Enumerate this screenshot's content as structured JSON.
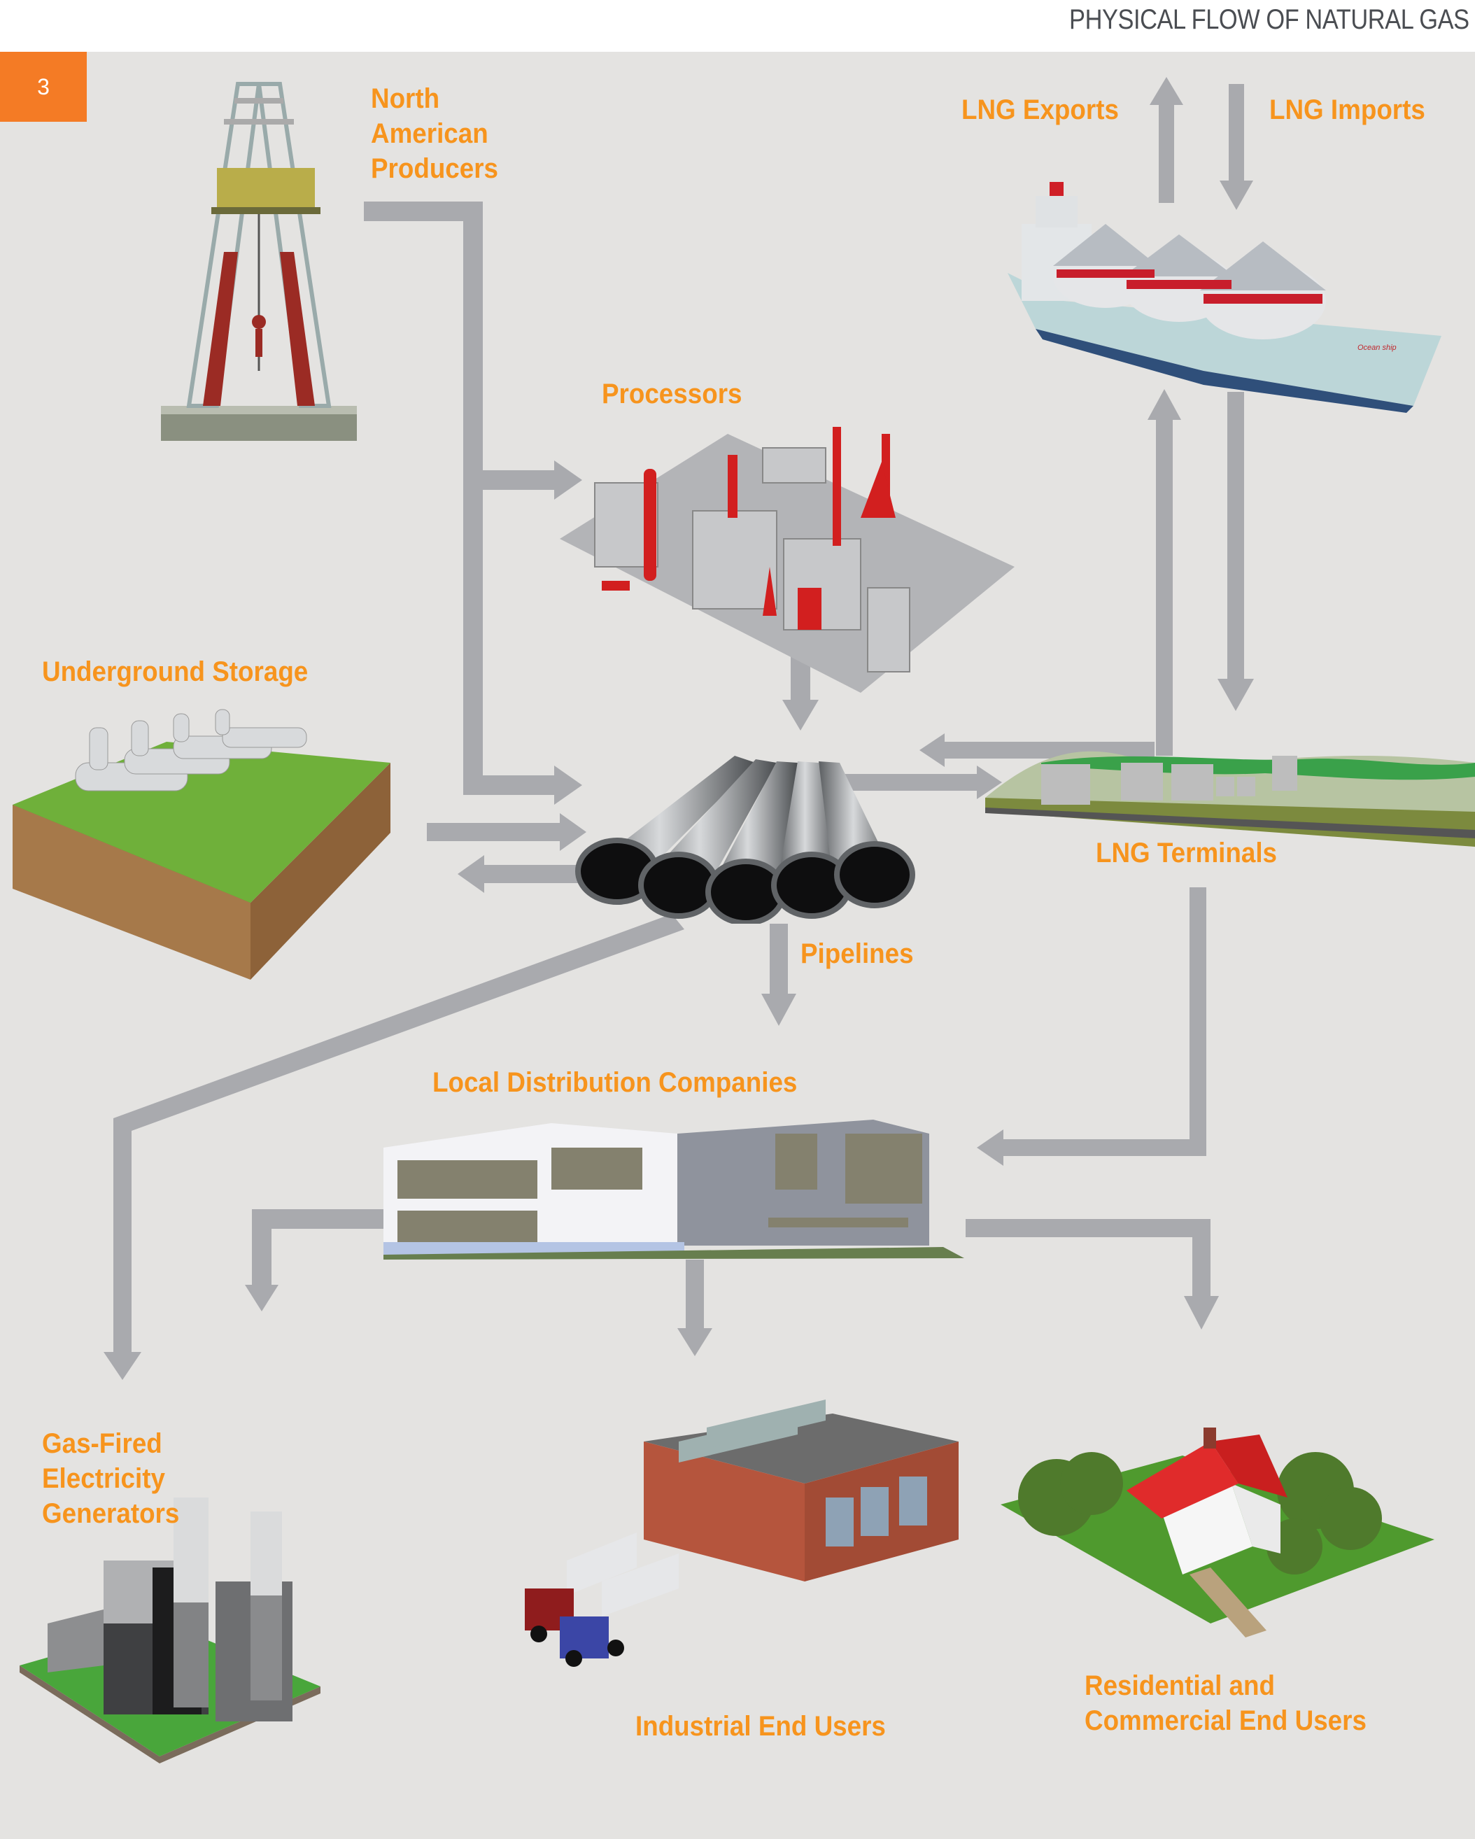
{
  "header": {
    "title": "PHYSICAL FLOW OF NATURAL GAS",
    "page_number": "3"
  },
  "colors": {
    "accent_orange": "#f7941d",
    "badge_orange": "#f47b25",
    "arrow_gray": "#a9aaae",
    "background": "#e4e3e1",
    "title_gray": "#4a4d52"
  },
  "nodes": [
    {
      "id": "producers",
      "label_lines": [
        "North",
        "American",
        "Producers"
      ],
      "icon": "drilling-rig-icon"
    },
    {
      "id": "processors",
      "label_lines": [
        "Processors"
      ],
      "icon": "processing-plant-icon"
    },
    {
      "id": "lng_exports",
      "label_lines": [
        "LNG Exports"
      ],
      "icon": "arrow-up-icon"
    },
    {
      "id": "lng_imports",
      "label_lines": [
        "LNG Imports"
      ],
      "icon": "arrow-down-icon"
    },
    {
      "id": "lng_ship",
      "label_lines": [],
      "icon": "lng-tanker-ship-icon",
      "ship_text": "Ocean ship"
    },
    {
      "id": "storage",
      "label_lines": [
        "Underground Storage"
      ],
      "icon": "underground-storage-icon"
    },
    {
      "id": "pipelines",
      "label_lines": [
        "Pipelines"
      ],
      "icon": "pipelines-icon"
    },
    {
      "id": "lng_terminals",
      "label_lines": [
        "LNG Terminals"
      ],
      "icon": "lng-terminal-icon"
    },
    {
      "id": "ldc",
      "label_lines": [
        "Local Distribution Companies"
      ],
      "icon": "office-building-icon"
    },
    {
      "id": "generators",
      "label_lines": [
        "Gas-Fired",
        "Electricity",
        "Generators"
      ],
      "icon": "power-plant-icon"
    },
    {
      "id": "industrial",
      "label_lines": [
        "Industrial End Users"
      ],
      "icon": "factory-trucks-icon"
    },
    {
      "id": "residential",
      "label_lines": [
        "Residential and",
        "Commercial End Users"
      ],
      "icon": "house-icon"
    }
  ],
  "flows": [
    {
      "from": "producers",
      "to": "processors"
    },
    {
      "from": "producers",
      "to": "pipelines"
    },
    {
      "from": "processors",
      "to": "pipelines"
    },
    {
      "from": "storage",
      "to": "pipelines"
    },
    {
      "from": "pipelines",
      "to": "storage"
    },
    {
      "from": "pipelines",
      "to": "lng_terminals"
    },
    {
      "from": "lng_terminals",
      "to": "pipelines"
    },
    {
      "from": "lng_terminals",
      "to": "lng_exports"
    },
    {
      "from": "lng_imports",
      "to": "lng_terminals"
    },
    {
      "from": "pipelines",
      "to": "ldc"
    },
    {
      "from": "pipelines",
      "to": "generators"
    },
    {
      "from": "lng_terminals",
      "to": "ldc"
    },
    {
      "from": "ldc",
      "to": "generators"
    },
    {
      "from": "ldc",
      "to": "industrial"
    },
    {
      "from": "ldc",
      "to": "residential"
    }
  ]
}
